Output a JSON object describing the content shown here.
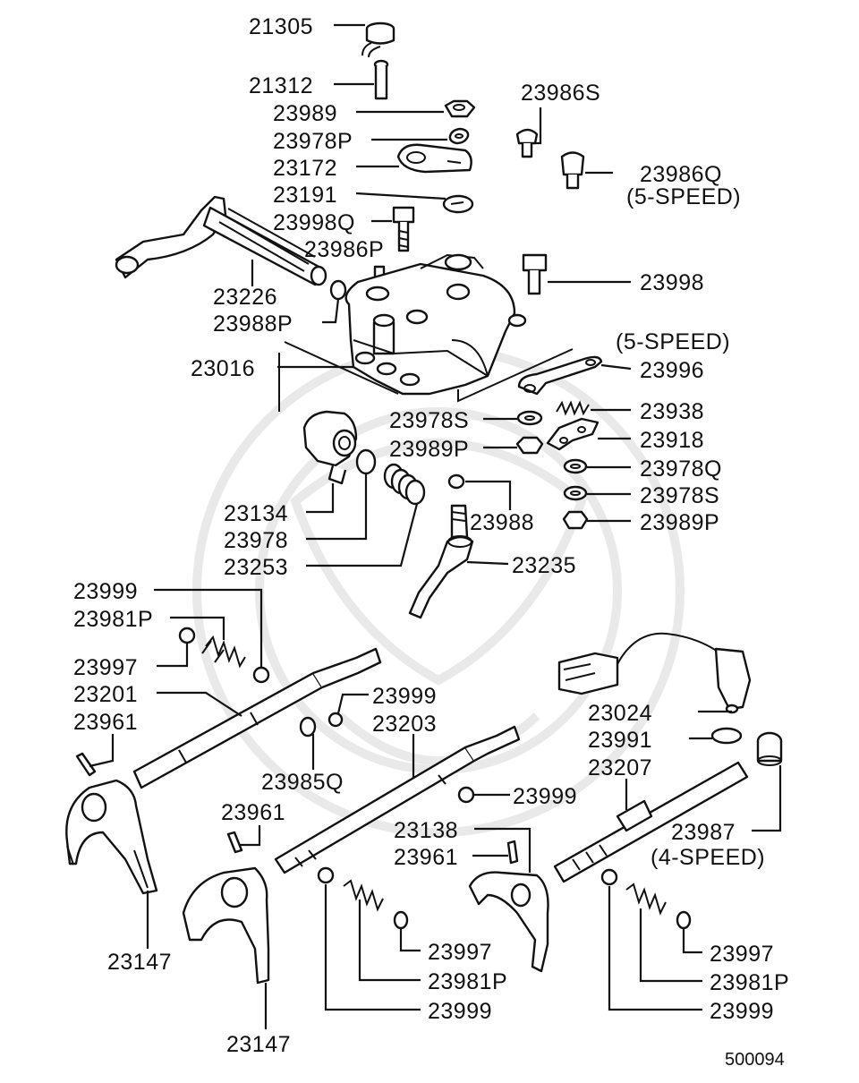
{
  "diagram_code": "500094",
  "labels": [
    "21305",
    "21312",
    "23989",
    "23978P",
    "23172",
    "23191",
    "23998Q",
    "23986P",
    "23226",
    "23988P",
    "23986S",
    "23986Q",
    "(5-SPEED)",
    "23998",
    "(5-SPEED)",
    "23016",
    "23996",
    "23938",
    "23978S",
    "23918",
    "23989P",
    "23978Q",
    "23978S",
    "23989P",
    "23134",
    "23978",
    "23253",
    "23988",
    "23235",
    "23999",
    "23981P",
    "23997",
    "23201",
    "23961",
    "23999",
    "23203",
    "23985Q",
    "23999",
    "23024",
    "23991",
    "23207",
    "23961",
    "23138",
    "23961",
    "23987",
    "(4-SPEED)",
    "23147",
    "23147",
    "23997",
    "23981P",
    "23999",
    "23997",
    "23981P",
    "23999"
  ]
}
